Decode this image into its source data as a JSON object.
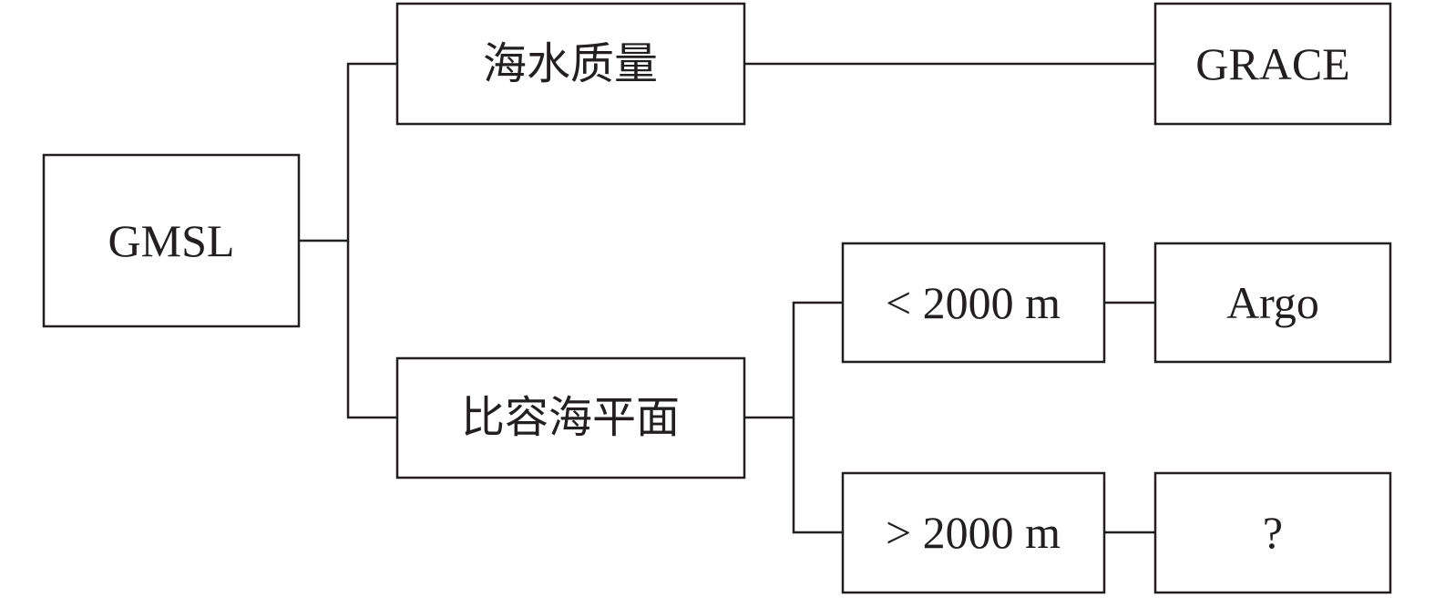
{
  "diagram": {
    "root": {
      "label": "GMSL"
    },
    "ocean_mass": {
      "label": "海水质量"
    },
    "grace": {
      "label": "GRACE"
    },
    "steric_sea_level": {
      "label": "比容海平面"
    },
    "shallow": {
      "label": "< 2000 m"
    },
    "argo": {
      "label": "Argo"
    },
    "deep": {
      "label": "> 2000 m"
    },
    "unknown": {
      "label": "?"
    }
  }
}
